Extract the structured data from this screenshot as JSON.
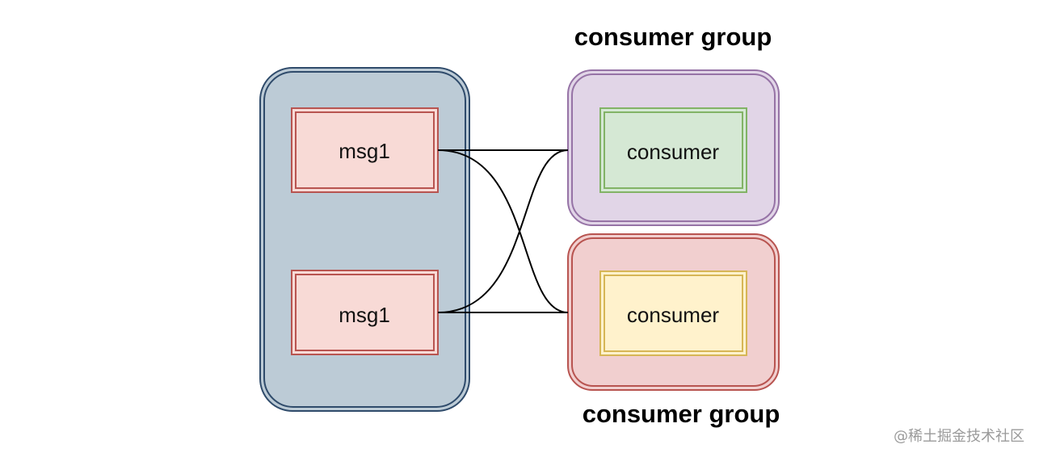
{
  "queue": {
    "messages": [
      {
        "label": "msg1"
      },
      {
        "label": "msg1"
      }
    ],
    "color": "#bccbd6",
    "border_color": "#2f4b6b"
  },
  "groups": [
    {
      "title": "consumer group",
      "consumer_label": "consumer",
      "color": "#e1d5e7",
      "border_color": "#9673a6",
      "consumer_color": "#d5e8d4",
      "consumer_border": "#82b366"
    },
    {
      "title": "consumer group",
      "consumer_label": "consumer",
      "color": "#f1cfcf",
      "border_color": "#b85450",
      "consumer_color": "#fff2cc",
      "consumer_border": "#d6b656"
    }
  ],
  "message_color": "#f8dad6",
  "message_border": "#b85450",
  "watermark": "@稀土掘金技术社区"
}
